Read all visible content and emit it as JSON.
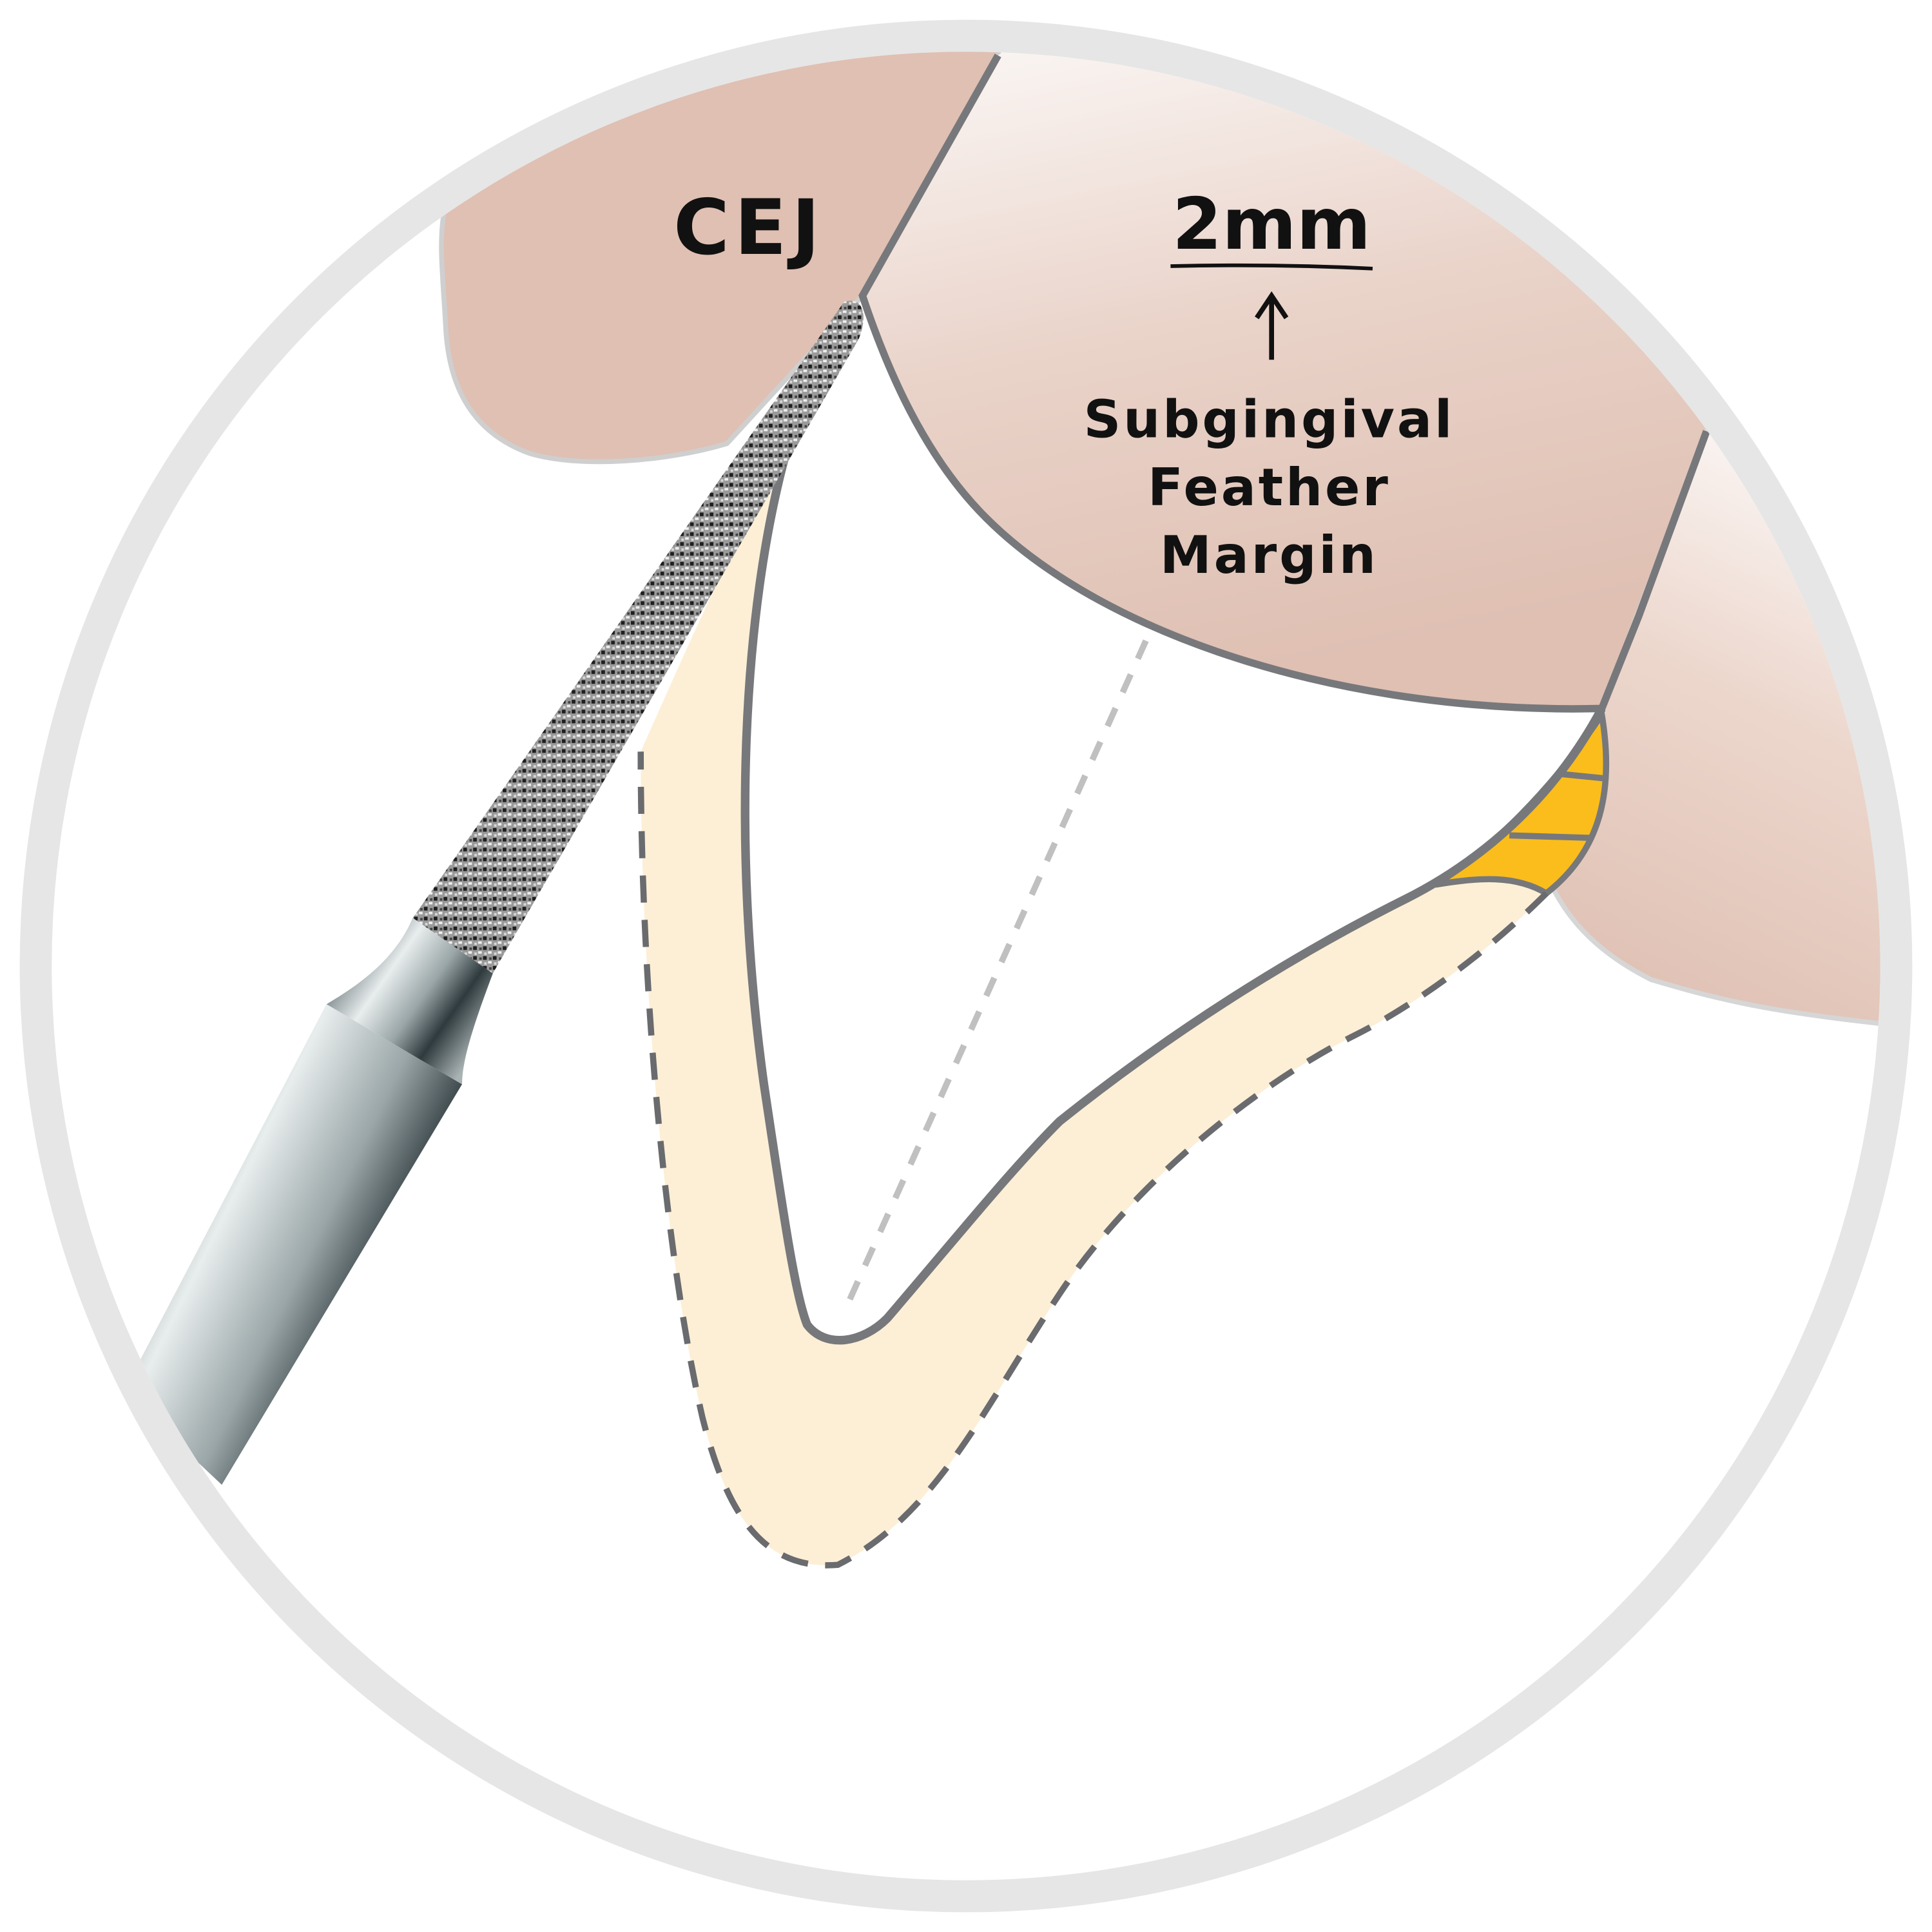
{
  "labels": {
    "cej": "CEJ",
    "depth": "2mm",
    "margin_line1": "Subgingival",
    "margin_line2": "Feather",
    "margin_line3": "Margin"
  },
  "colors": {
    "ring": "#e6e6e6",
    "gum": "#dfc0b3",
    "prep": "#fcefd6",
    "outline": "#77787b",
    "caries": "#fbbd1b"
  }
}
